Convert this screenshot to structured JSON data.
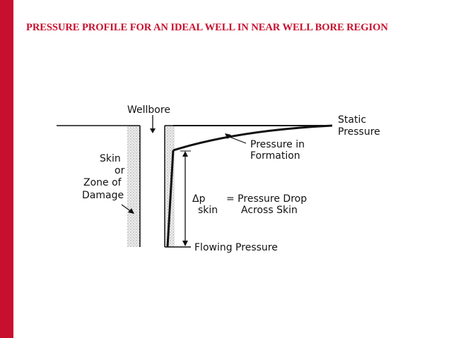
{
  "colors": {
    "accent": "#c8102e",
    "ink": "#111111",
    "damage_stipple": "#bdbdbd"
  },
  "slide": {
    "title": "PRESSURE PROFILE FOR AN IDEAL WELL IN NEAR WELL BORE REGION"
  },
  "diagram": {
    "wellbore": "Wellbore",
    "static_line1": "Static",
    "static_line2": "Pressure",
    "formation_line1": "Pressure in",
    "formation_line2": "Formation",
    "skin_line1": "Skin",
    "skin_line2": "or",
    "skin_line3": "Zone of",
    "skin_line4": "Damage",
    "delta_p": "Δp",
    "skin_sub": "skin",
    "drop_line1": "= Pressure Drop",
    "drop_line2": "Across Skin",
    "flowing": "Flowing Pressure"
  }
}
